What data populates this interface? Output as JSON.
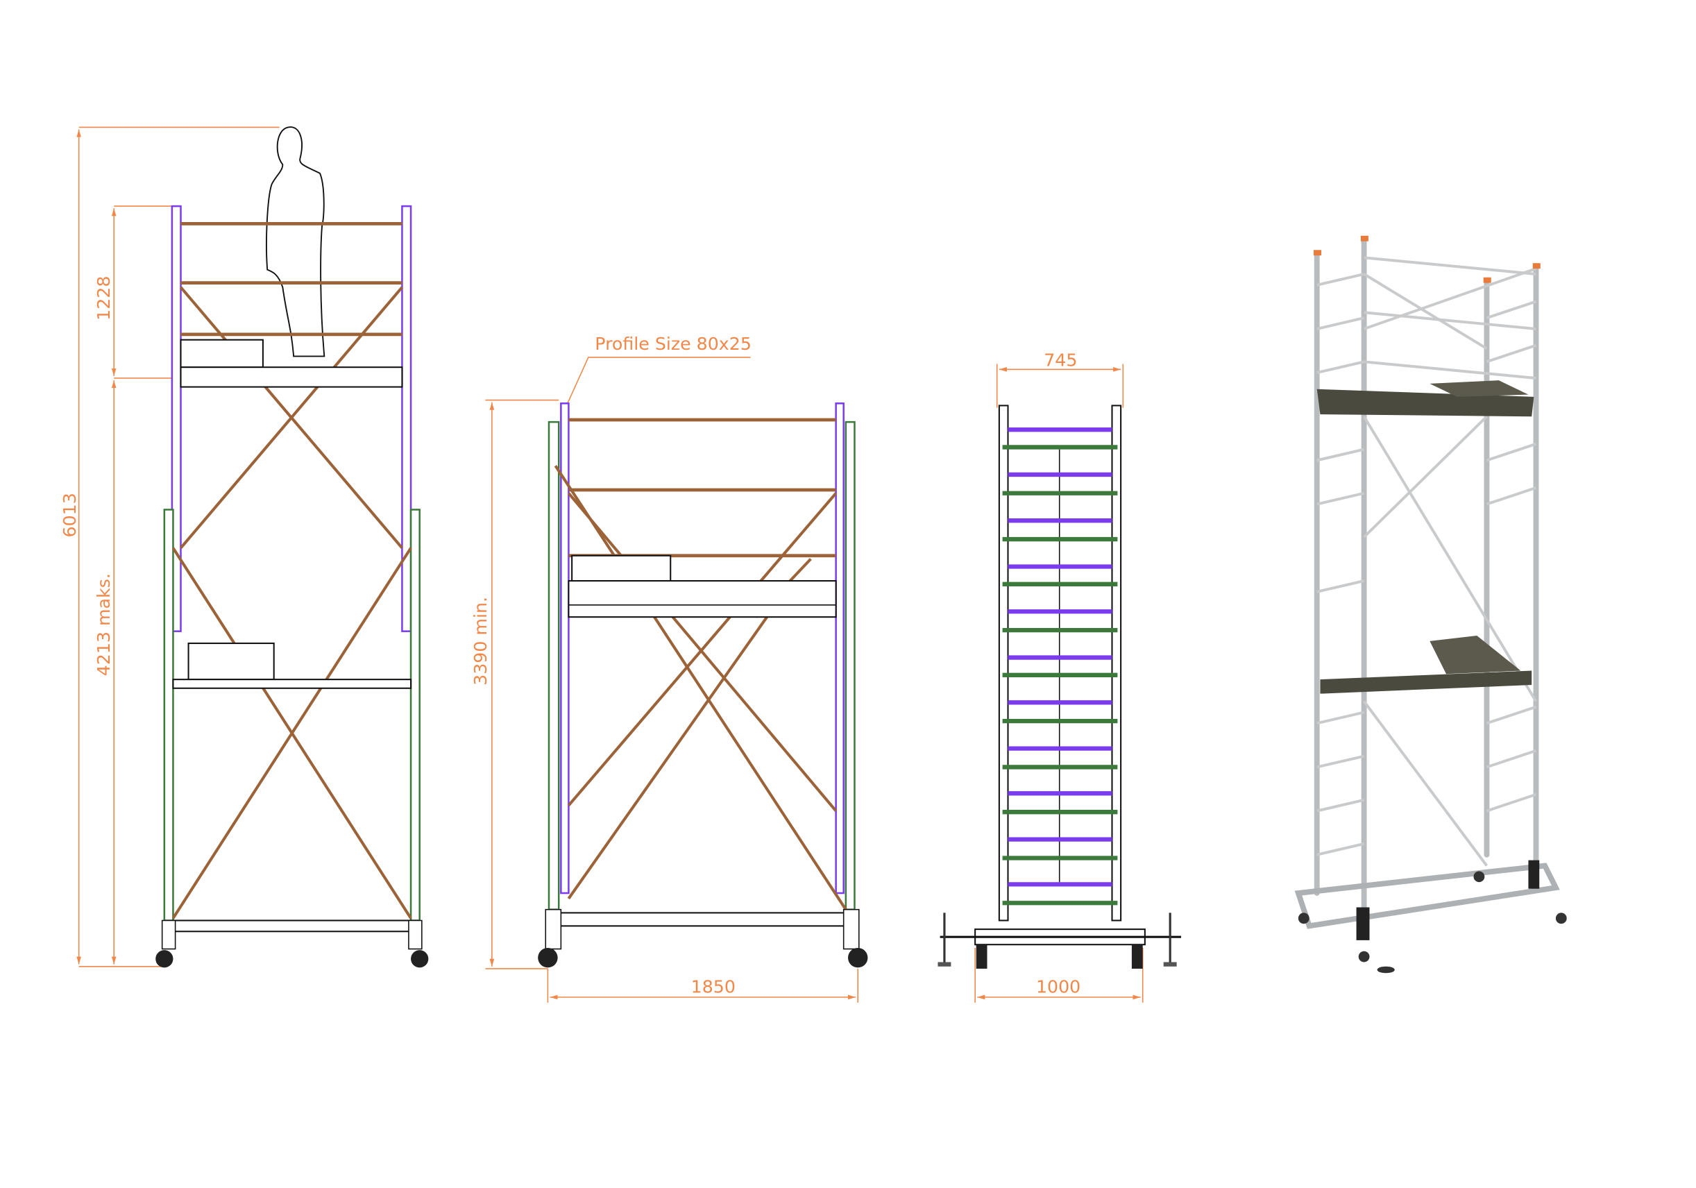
{
  "side_view": {
    "total_height_label": "6013",
    "guardrail_height_label": "1228",
    "platform_height_label": "4213 maks."
  },
  "front_view": {
    "profile_label": "Profile Size 80x25",
    "min_height_label": "3390 min.",
    "length_label": "1850"
  },
  "end_view": {
    "inner_width_label": "745",
    "base_width_label": "1000"
  },
  "colors": {
    "dimension": "#f0884a",
    "upper_frame": "#7b3cf0",
    "lower_frame": "#3c7a3c",
    "brace": "#9c6238"
  }
}
